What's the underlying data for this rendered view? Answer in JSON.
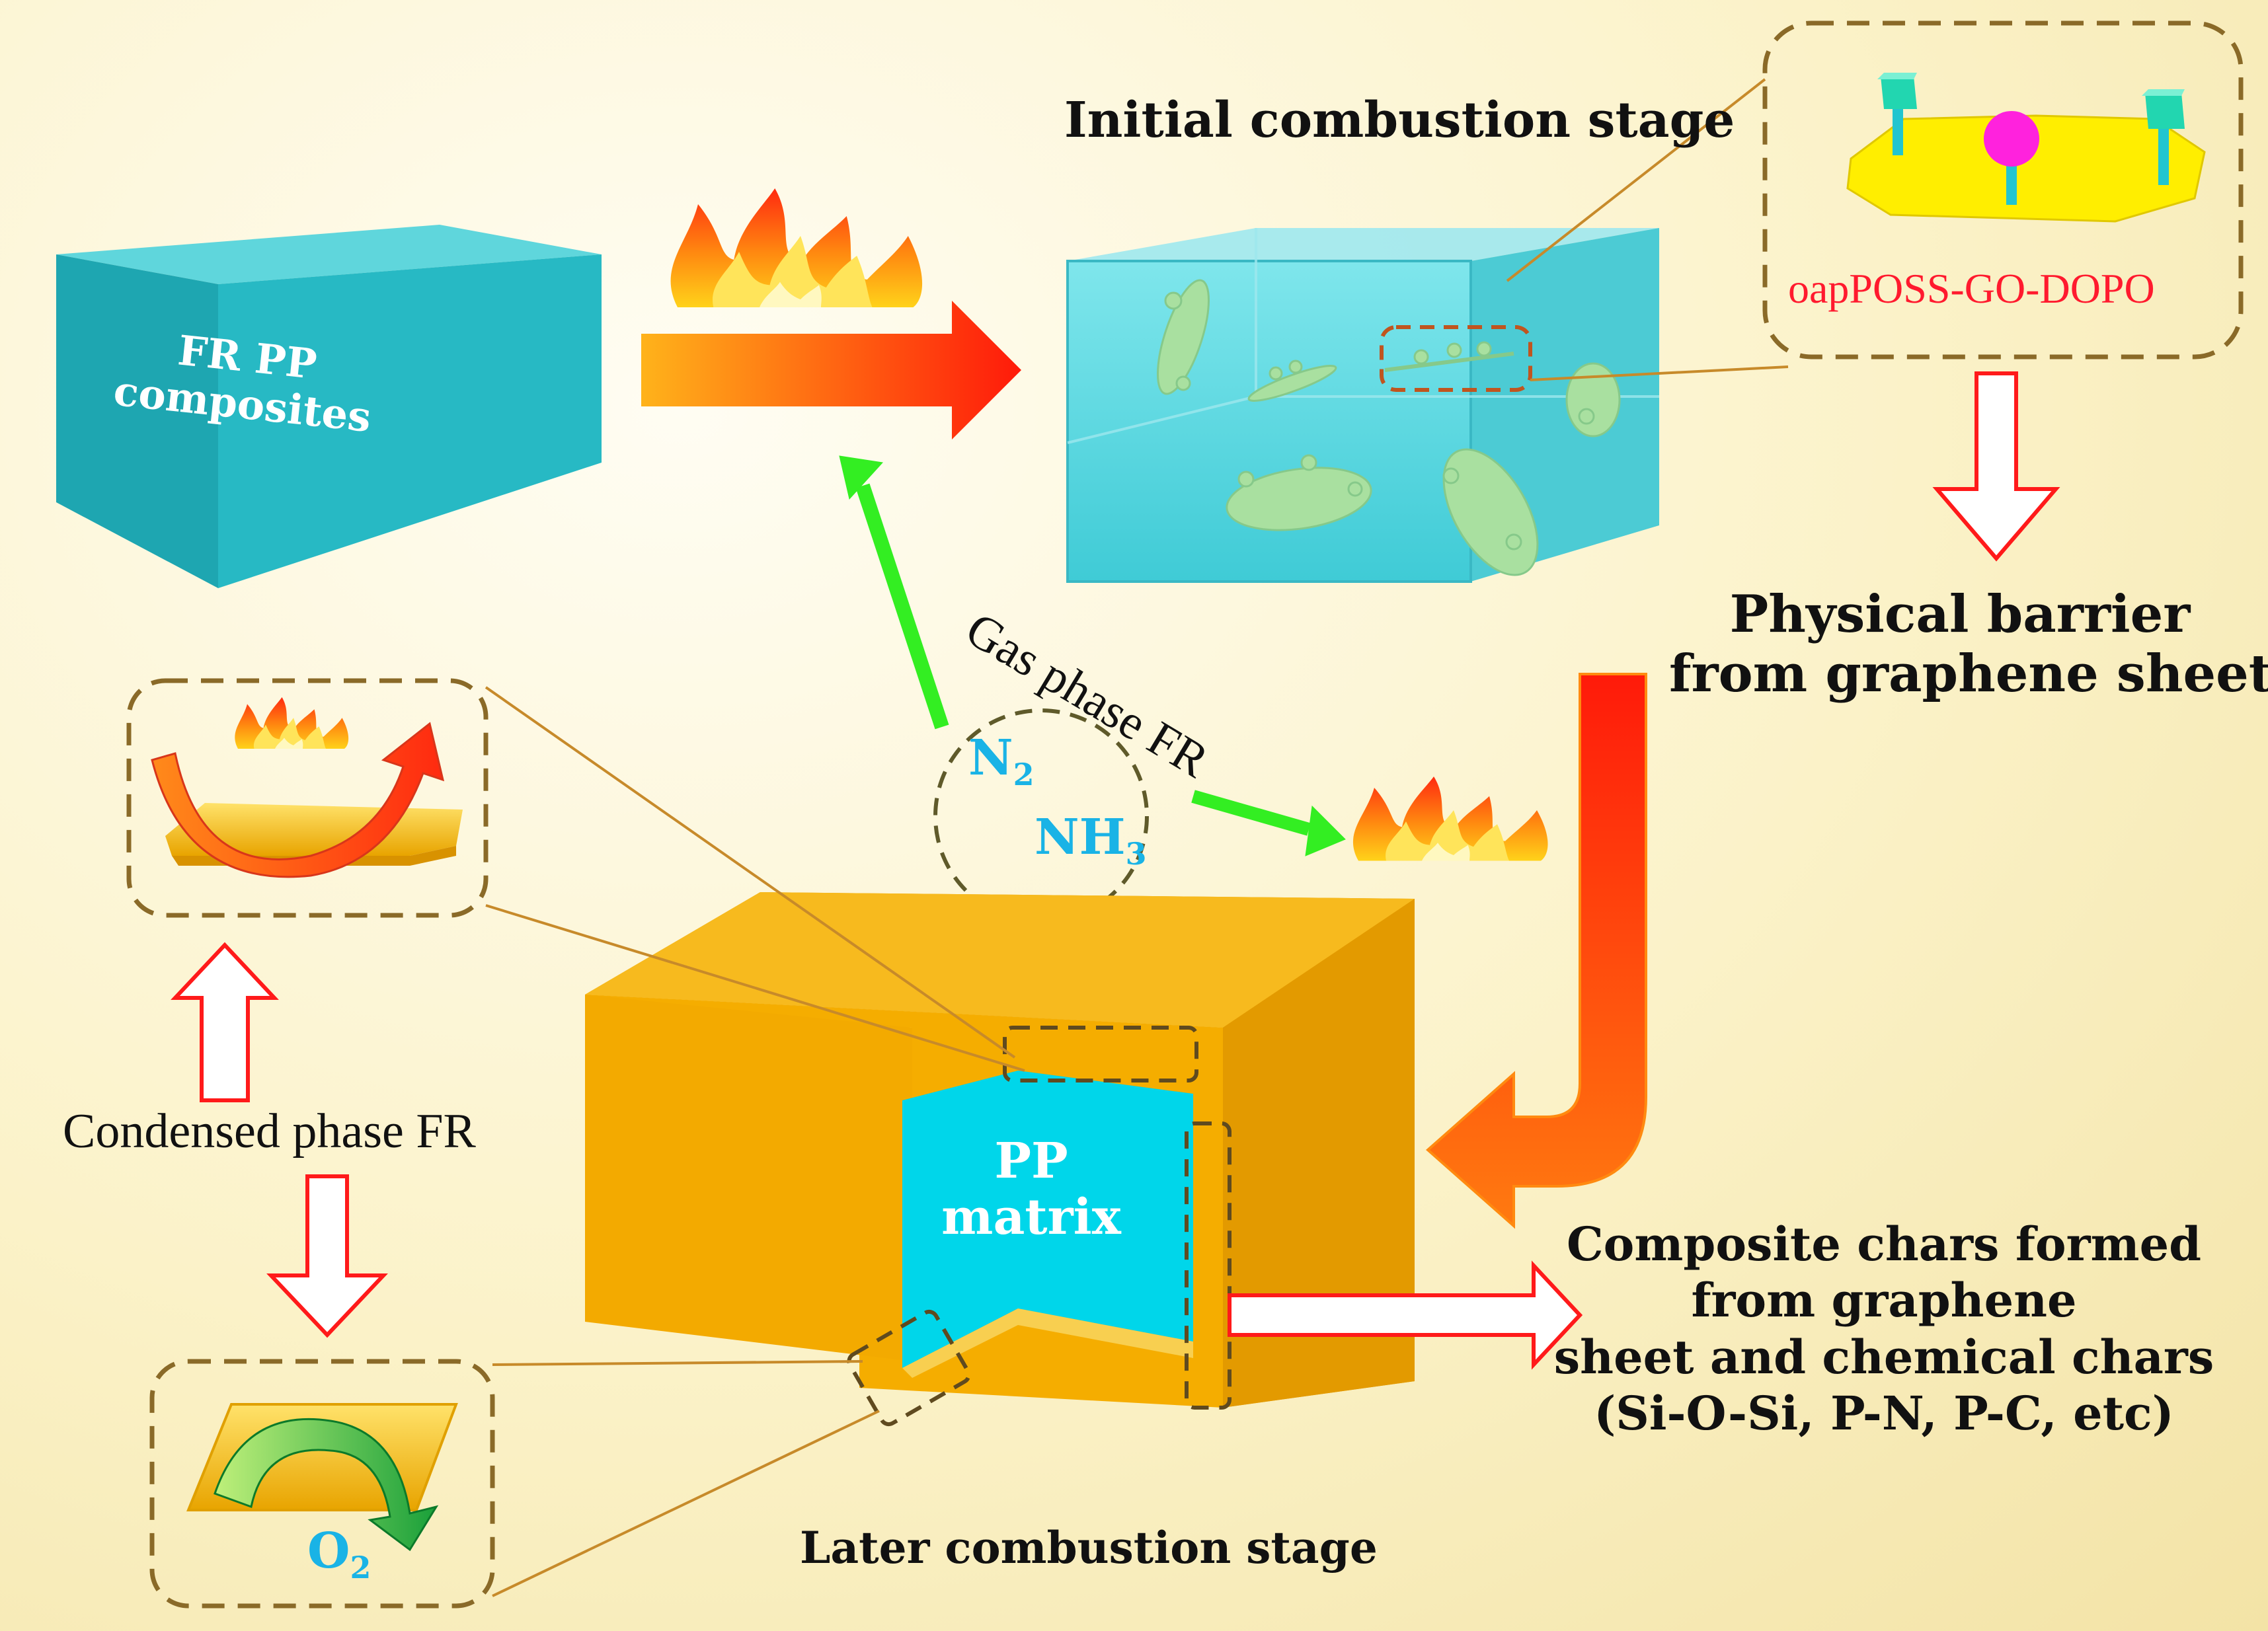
{
  "labels": {
    "fr_pp_line1": "FR PP",
    "fr_pp_line2": "composites",
    "initial_stage": "Initial combustion stage",
    "oappossgodopo": "oapPOSS-GO-DOPO",
    "physical_barrier_line1": "Physical barrier",
    "physical_barrier_line2": "from graphene sheet",
    "gas_phase": "Gas phase FR",
    "n2_symbol": "N",
    "n2_subscript": "2",
    "nh3_symbol": "NH",
    "nh3_subscript": "3",
    "condensed_phase": "Condensed phase FR",
    "pp_matrix_line1": "PP",
    "pp_matrix_line2": "matrix",
    "composite_chars_line1": "Composite chars formed",
    "composite_chars_line2": "from graphene",
    "composite_chars_line3": "sheet  and chemical chars",
    "composite_chars_line4": "(Si-O-Si, P-N, P-C, etc)",
    "o2_symbol": "O",
    "o2_subscript": "2",
    "later_stage": "Later combustion stage"
  },
  "colors": {
    "background": "#fbf2c8",
    "composite_block": "#26b8c4",
    "char_block": "#f5ad00",
    "pp_matrix": "#00d6ea",
    "gas_arrow": "#33ee22",
    "heat_arrow": "#ff2a10",
    "hollow_arrow": "#ff1a1a",
    "callout_border": "#8a6a28",
    "label_text": "#111111",
    "gas_text": "#19b3e6",
    "molecule_label": "#ff1a2e",
    "graphene_sheet": "#ffe600",
    "dopo_node": "#ff22dd",
    "poss_node": "#22ccaa"
  },
  "icons": [
    "flame-icon",
    "flame-icon",
    "flame-icon",
    "graphene-hybrid-icon",
    "char-layer-icon",
    "oxygen-barrier-icon"
  ]
}
